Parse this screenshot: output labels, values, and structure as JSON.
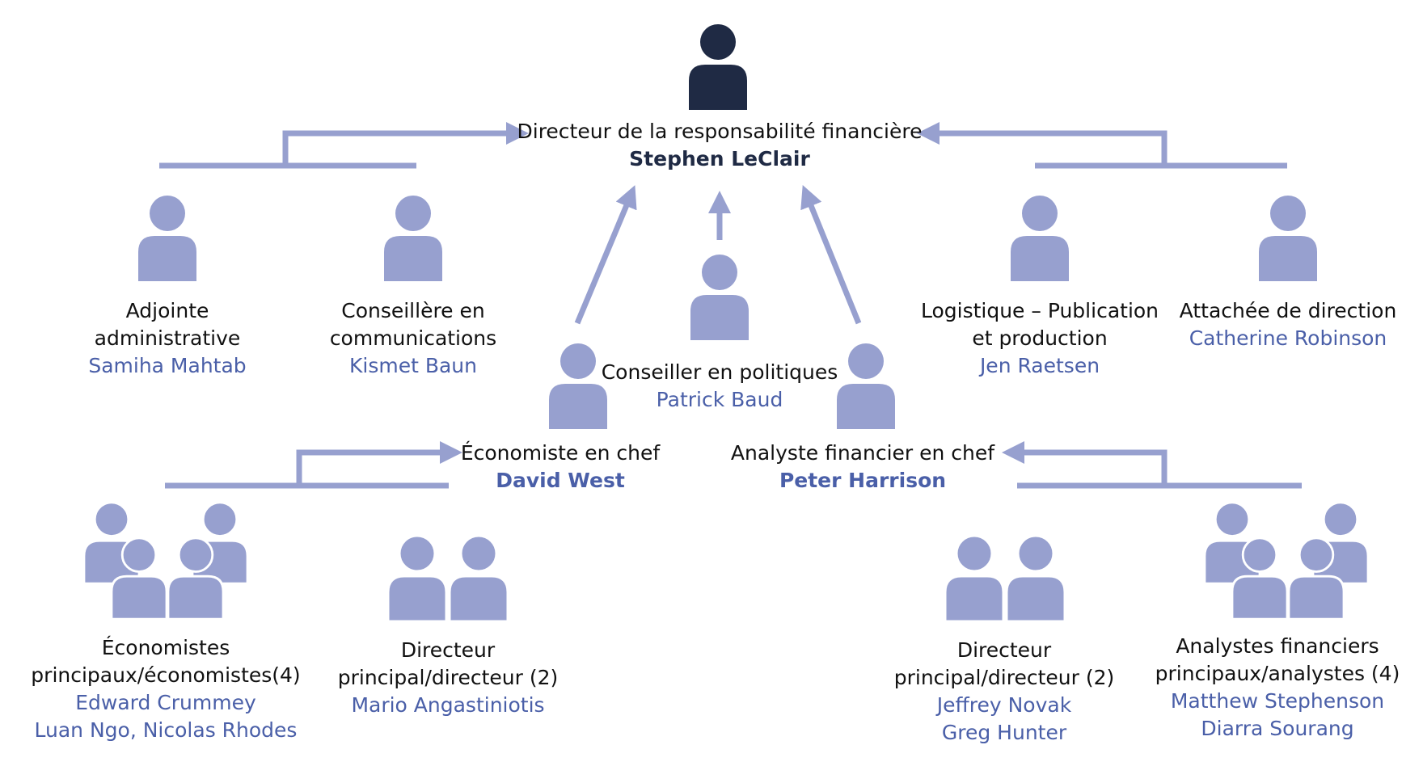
{
  "colors": {
    "primary": "#1f2a44",
    "secondary": "#97a0cf",
    "name_text": "#4a5fa8",
    "text": "#111111"
  },
  "director": {
    "title": "Directeur de la responsabilité financière",
    "name": "Stephen LeClair",
    "icon": "person-icon"
  },
  "left_staff": [
    {
      "title_lines": [
        "Adjointe",
        "administrative"
      ],
      "name": "Samiha Mahtab"
    },
    {
      "title_lines": [
        "Conseillère en",
        "communications"
      ],
      "name": "Kismet Baun"
    }
  ],
  "right_staff": [
    {
      "title_lines": [
        "Logistique – Publication",
        "et production"
      ],
      "name": "Jen Raetsen"
    },
    {
      "title_lines": [
        "Attachée de direction"
      ],
      "name": "Catherine Robinson"
    }
  ],
  "policy_advisor": {
    "title": "Conseiller en politiques",
    "name": "Patrick Baud"
  },
  "chief_economist": {
    "title": "Économiste en chef",
    "name": "David West",
    "teams": [
      {
        "title_lines": [
          "Économistes",
          "principaux/économistes(4)"
        ],
        "names": [
          "Edward Crummey",
          "Luan Ngo, Nicolas Rhodes"
        ],
        "icon": "group-of-four-icon"
      },
      {
        "title_lines": [
          "Directeur",
          "principal/directeur (2)"
        ],
        "names": [
          "Mario Angastiniotis"
        ],
        "icon": "group-of-two-icon"
      }
    ]
  },
  "chief_analyst": {
    "title": "Analyste financier en chef",
    "name": "Peter Harrison",
    "teams": [
      {
        "title_lines": [
          "Directeur",
          "principal/directeur (2)"
        ],
        "names": [
          "Jeffrey Novak",
          "Greg Hunter"
        ],
        "icon": "group-of-two-icon"
      },
      {
        "title_lines": [
          "Analystes financiers",
          "principaux/analystes (4)"
        ],
        "names": [
          "Matthew Stephenson",
          "Diarra Sourang"
        ],
        "icon": "group-of-four-icon"
      }
    ]
  }
}
